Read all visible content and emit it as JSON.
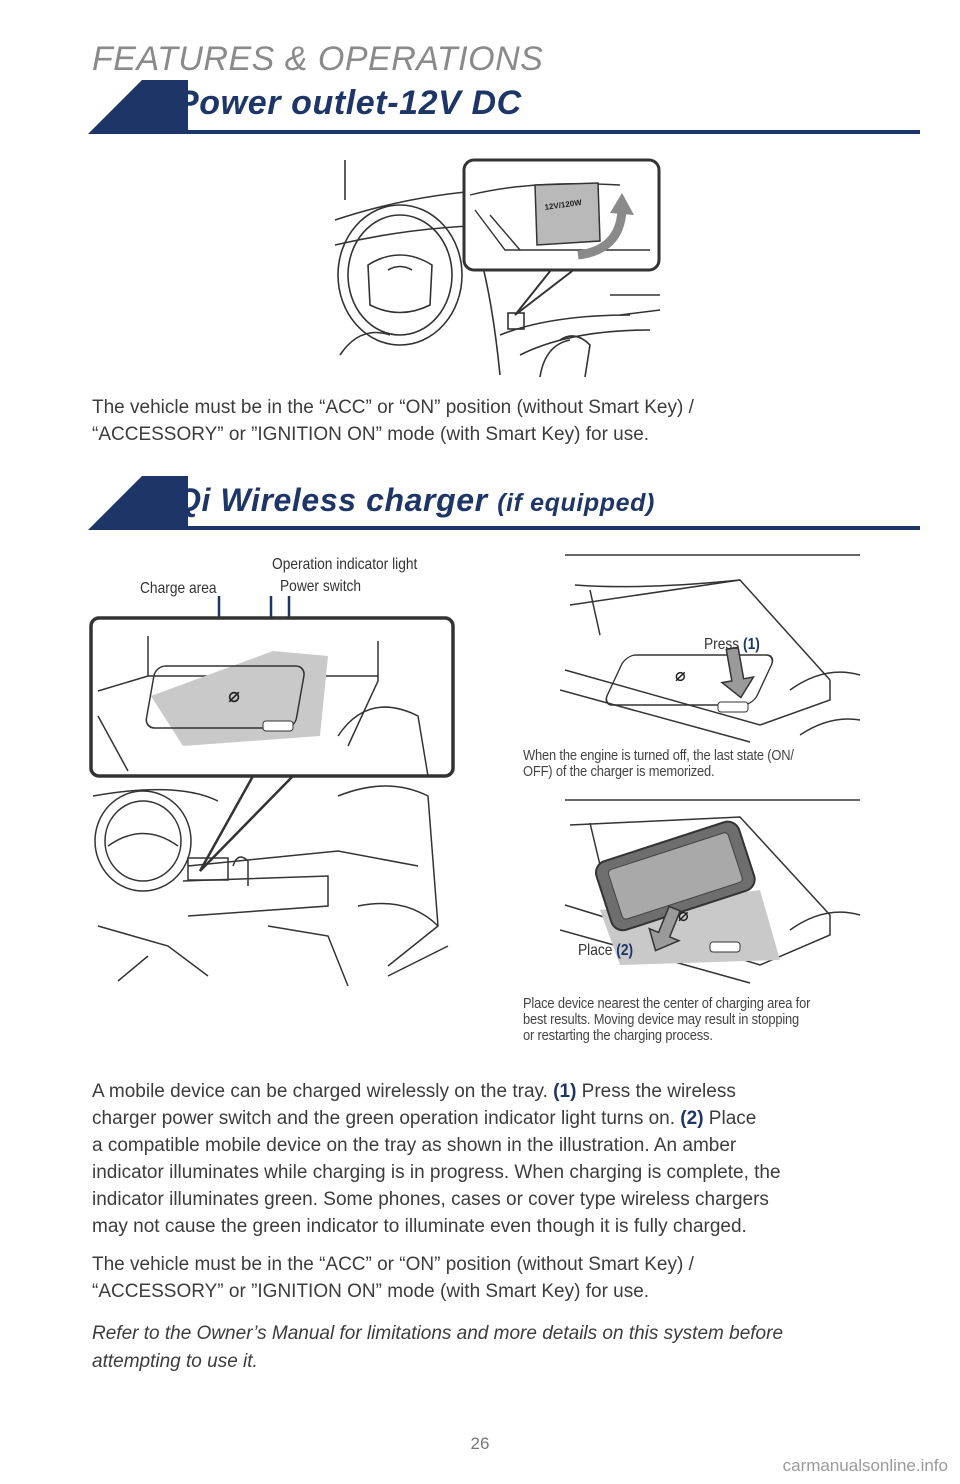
{
  "header": {
    "category": "FEATURES & OPERATIONS"
  },
  "power_outlet": {
    "title": "Power outlet-12V DC",
    "outlet_label": "12V/120W",
    "text_line1": "The vehicle must be in the “ACC” or “ON” position (without Smart Key) /",
    "text_line2": "“ACCESSORY” or ”IGNITION ON” mode (with Smart Key) for use."
  },
  "wireless_charger": {
    "title": "Qi Wireless charger",
    "title_suffix": "(if equipped)",
    "labels": {
      "operation_indicator": "Operation indicator light",
      "charge_area": "Charge area",
      "power_switch": "Power switch",
      "press": "Press",
      "press_num": "(1)",
      "place": "Place",
      "place_num": "(2)"
    },
    "caption_memorized_1": "When the engine is turned off, the last state (ON/",
    "caption_memorized_2": "OFF) of the charger is memorized.",
    "caption_place_1": "Place device nearest the center of charging area for",
    "caption_place_2": "best results. Moving device may result in stopping",
    "caption_place_3": "or restarting the charging process.",
    "para1": {
      "l1a": "A mobile device can be charged wirelessly on the tray. ",
      "l1b": "(1)",
      "l1c": " Press the wireless",
      "l2a": "charger power switch and the green operation indicator light turns on. ",
      "l2b": "(2)",
      "l2c": " Place",
      "l3": "a compatible mobile device on the tray as shown in the illustration. An amber",
      "l4": "indicator illuminates while charging is in progress. When charging is complete, the",
      "l5": "indicator illuminates green. Some phones, cases or cover type wireless chargers",
      "l6": "may not cause the green indicator to illuminate even though it is fully charged."
    },
    "para2_line1": "The vehicle must be in the “ACC” or “ON” position (without Smart Key) /",
    "para2_line2": "“ACCESSORY” or ”IGNITION ON” mode (with Smart Key) for use.",
    "note_line1": "Refer to the Owner’s Manual for limitations and more details on this system before",
    "note_line2": "attempting to use it."
  },
  "footer": {
    "page_number": "26",
    "watermark": "carmanualsonline.info"
  },
  "colors": {
    "brand_navy": "#1d3567",
    "charge_area_gray": "#c9c9c9",
    "arrow_gray": "#9a9a9a"
  }
}
